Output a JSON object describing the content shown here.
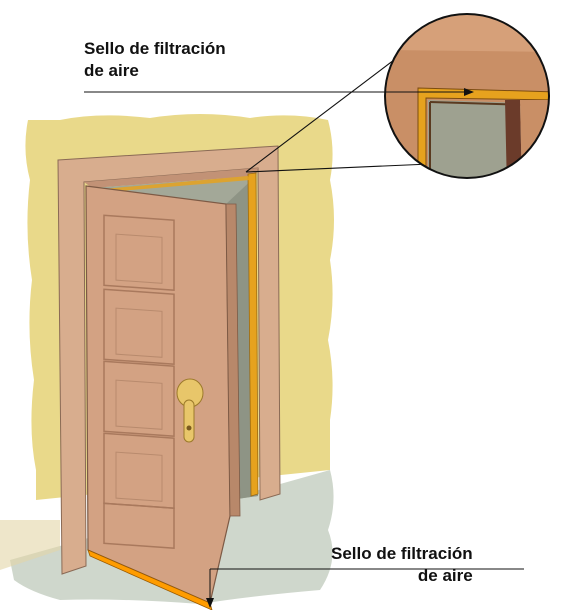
{
  "labels": {
    "top_line1": "Sello de filtración",
    "top_line2": "de aire",
    "bottom_line1": "Sello de filtración",
    "bottom_line2": "de aire"
  },
  "colors": {
    "wall": "#e9d98a",
    "floor": "#cfd7cc",
    "door": "#d3a283",
    "frame": "#d8ad8e",
    "opening": "#a3a898",
    "seal": "#e6a21e",
    "leader": "#111111"
  },
  "icons": [
    "door-illustration",
    "magnifier-circle"
  ]
}
